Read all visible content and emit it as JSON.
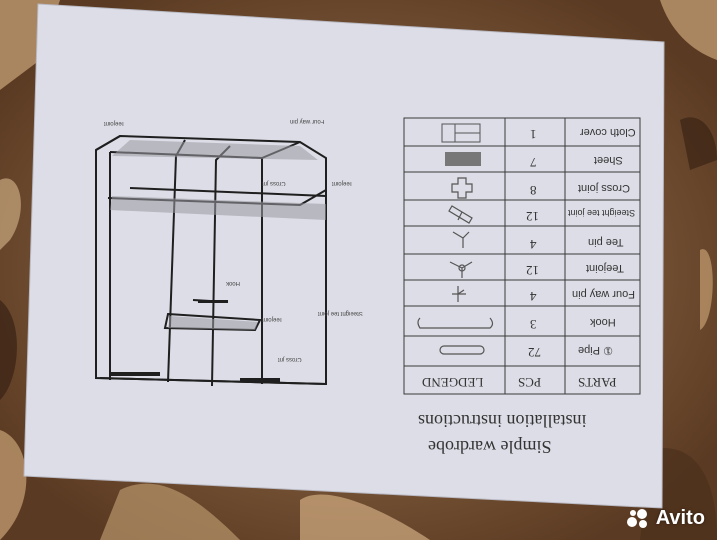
{
  "document": {
    "title_line1": "Simple wardrobe",
    "title_line2": "installation instructions",
    "table": {
      "headers": [
        "PARTS",
        "PCS",
        "LEDGEND"
      ],
      "rows": [
        {
          "part": "① Pipe",
          "pcs": "72",
          "legend_icon": "pipe-icon"
        },
        {
          "part": "Hook",
          "pcs": "3",
          "legend_icon": "hook-icon"
        },
        {
          "part": "Four way pin",
          "pcs": "4",
          "legend_icon": "four-way-pin-icon"
        },
        {
          "part": "Teejoint",
          "pcs": "12",
          "legend_icon": "teejoint-icon"
        },
        {
          "part": "Tee pin",
          "pcs": "4",
          "legend_icon": "tee-pin-icon"
        },
        {
          "part": "Steeight tee joint",
          "pcs": "12",
          "legend_icon": "straight-tee-joint-icon"
        },
        {
          "part": "Cross joint",
          "pcs": "8",
          "legend_icon": "cross-joint-icon"
        },
        {
          "part": "Sheet",
          "pcs": "7",
          "legend_icon": "sheet-icon"
        },
        {
          "part": "Cloth cover",
          "pcs": "1",
          "legend_icon": "cloth-cover-icon"
        }
      ]
    },
    "diagram_labels": {
      "four_way_pin": "Four way pin",
      "teejoint_top": "Teejoint",
      "cross_jnt_top": "Cross jnt",
      "teejoint_mid": "Teejoint",
      "hook": "Hook",
      "teejoint_lower": "Teejoint",
      "straight_tee_joint": "Steeight tee joint",
      "cross_jnt_bottom": "Cross jnt"
    }
  },
  "watermark": {
    "text": "Avito"
  },
  "colors": {
    "paper": "#dcdde6",
    "line": "#2b2b2b",
    "carpet": "#7a5638"
  }
}
